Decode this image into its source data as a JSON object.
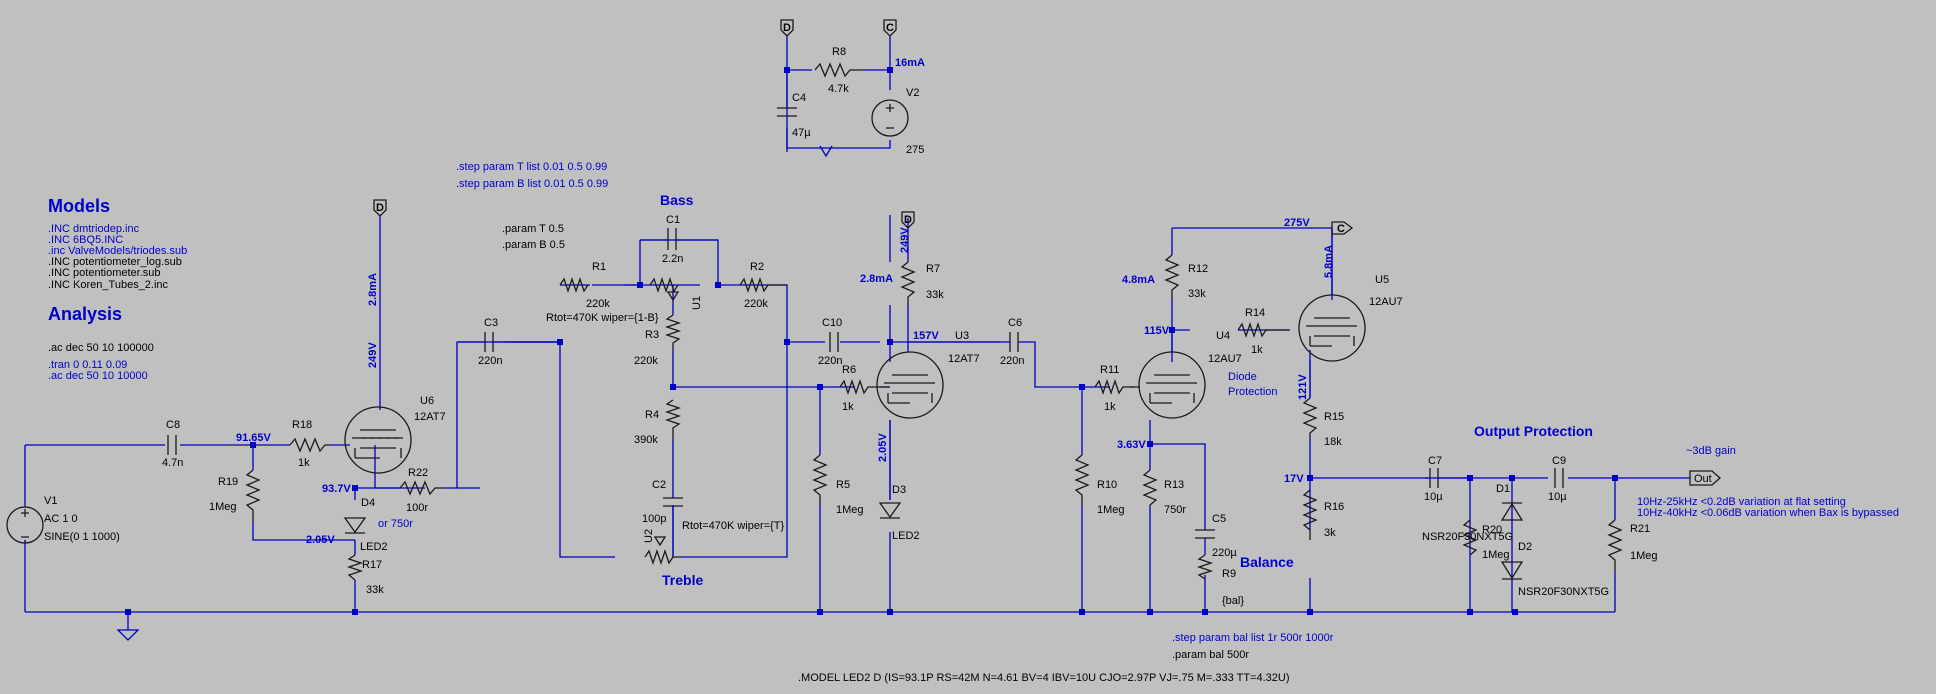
{
  "headings": {
    "models": "Models",
    "analysis": "Analysis",
    "bass": "Bass",
    "treble": "Treble",
    "balance": "Balance",
    "output_protection": "Output Protection",
    "gain_note": "~3dB gain"
  },
  "directives": {
    "inc1": ".INC dmtriodep.inc",
    "inc2": ".INC 6BQ5.INC",
    "inc3": ".inc ValveModels/triodes.sub",
    "inc4": ".INC potentiometer_log.sub",
    "inc5": ".INC potentiometer.sub",
    "inc6": ".INC Koren_Tubes_2.inc",
    "ac": ".ac dec 50 10 100000",
    "tran": ".tran 0 0.11 0.09",
    "ac2": ".ac dec 50 10 10000",
    "step_t": ".step param T list 0.01 0.5 0.99",
    "step_b": ".step param B list 0.01 0.5 0.99",
    "param_t": ".param T 0.5",
    "param_b": ".param B 0.5",
    "step_bal": ".step param bal list 1r 500r 1000r",
    "param_bal": ".param bal 500r",
    "model_led": ".MODEL LED2 D (IS=93.1P RS=42M N=4.61 BV=4 IBV=10U CJO=2.97P VJ=.75 M=.333 TT=4.32U)",
    "note1": "10Hz-25kHz <0.2dB variation at flat setting",
    "note2": "10Hz-40kHz <0.06dB variation when Bax is bypassed"
  },
  "voltages": {
    "n91": "91.65V",
    "n93": "93.7V",
    "n205a": "2.05V",
    "n249a": "249V",
    "n249b": "249V",
    "n157": "157V",
    "n205b": "2.05V",
    "n115": "115V",
    "n121": "121V",
    "n363": "3.63V",
    "n17": "17V",
    "n275": "275V"
  },
  "currents": {
    "i28a": "2.8mA",
    "i28b": "2.8mA",
    "i48": "4.8mA",
    "i58": "5.8mA",
    "i16": "16mA"
  },
  "components": {
    "V1": "V1",
    "V1a": "AC 1 0",
    "V1b": "SINE(0 1 1000)",
    "C8": "C8",
    "C8v": "4.7n",
    "R19": "R19",
    "R19v": "1Meg",
    "R18": "R18",
    "R18v": "1k",
    "U6": "U6",
    "U6v": "12AT7",
    "D4": "D4",
    "D4v": "LED2",
    "R22": "R22",
    "R22v": "100r",
    "R22alt": "or 750r",
    "R17": "R17",
    "R17v": "33k",
    "C3": "C3",
    "C3v": "220n",
    "R1": "R1",
    "R1v": "220k",
    "C1": "C1",
    "C1v": "2.2n",
    "U1": "U1",
    "U1param": "Rtot=470K wiper={1-B}",
    "R2": "R2",
    "R2v": "220k",
    "R3": "R3",
    "R3v": "220k",
    "R4": "R4",
    "R4v": "390k",
    "C2": "C2",
    "C2v": "100p",
    "U2": "U2",
    "U2param": "Rtot=470K wiper={T}",
    "C10": "C10",
    "C10v": "220n",
    "R6": "R6",
    "R6v": "1k",
    "R5": "R5",
    "R5v": "1Meg",
    "R7": "R7",
    "R7v": "33k",
    "U3": "U3",
    "U3v": "12AT7",
    "D3": "D3",
    "D3v": "LED2",
    "C6": "C6",
    "C6v": "220n",
    "R11": "R11",
    "R11v": "1k",
    "R10": "R10",
    "R10v": "1Meg",
    "U4": "U4",
    "U4v": "12AU7",
    "diode_prot1": "Diode",
    "diode_prot2": "Protection",
    "R12": "R12",
    "R12v": "33k",
    "R13": "R13",
    "R13v": "750r",
    "C5": "C5",
    "C5v": "220µ",
    "R9": "R9",
    "R9v": "{bal}",
    "R14": "R14",
    "R14v": "1k",
    "U5": "U5",
    "U5v": "12AU7",
    "R15": "R15",
    "R15v": "18k",
    "R16": "R16",
    "R16v": "3k",
    "C7": "C7",
    "C7v": "10µ",
    "D1": "D1",
    "D2": "D2",
    "Dpart": "NSR20F30NXT5G",
    "Dpart2": "NSR20F30NXT5G",
    "R20": "R20",
    "R20v": "1Meg",
    "C9": "C9",
    "C9v": "10µ",
    "R21": "R21",
    "R21v": "1Meg",
    "R8": "R8",
    "R8v": "4.7k",
    "C4": "C4",
    "C4v": "47µ",
    "V2": "V2",
    "V2v": "275"
  },
  "flags": {
    "d1": "D",
    "d2": "D",
    "d3": "D",
    "c1": "C",
    "c2": "C",
    "out": "Out"
  }
}
